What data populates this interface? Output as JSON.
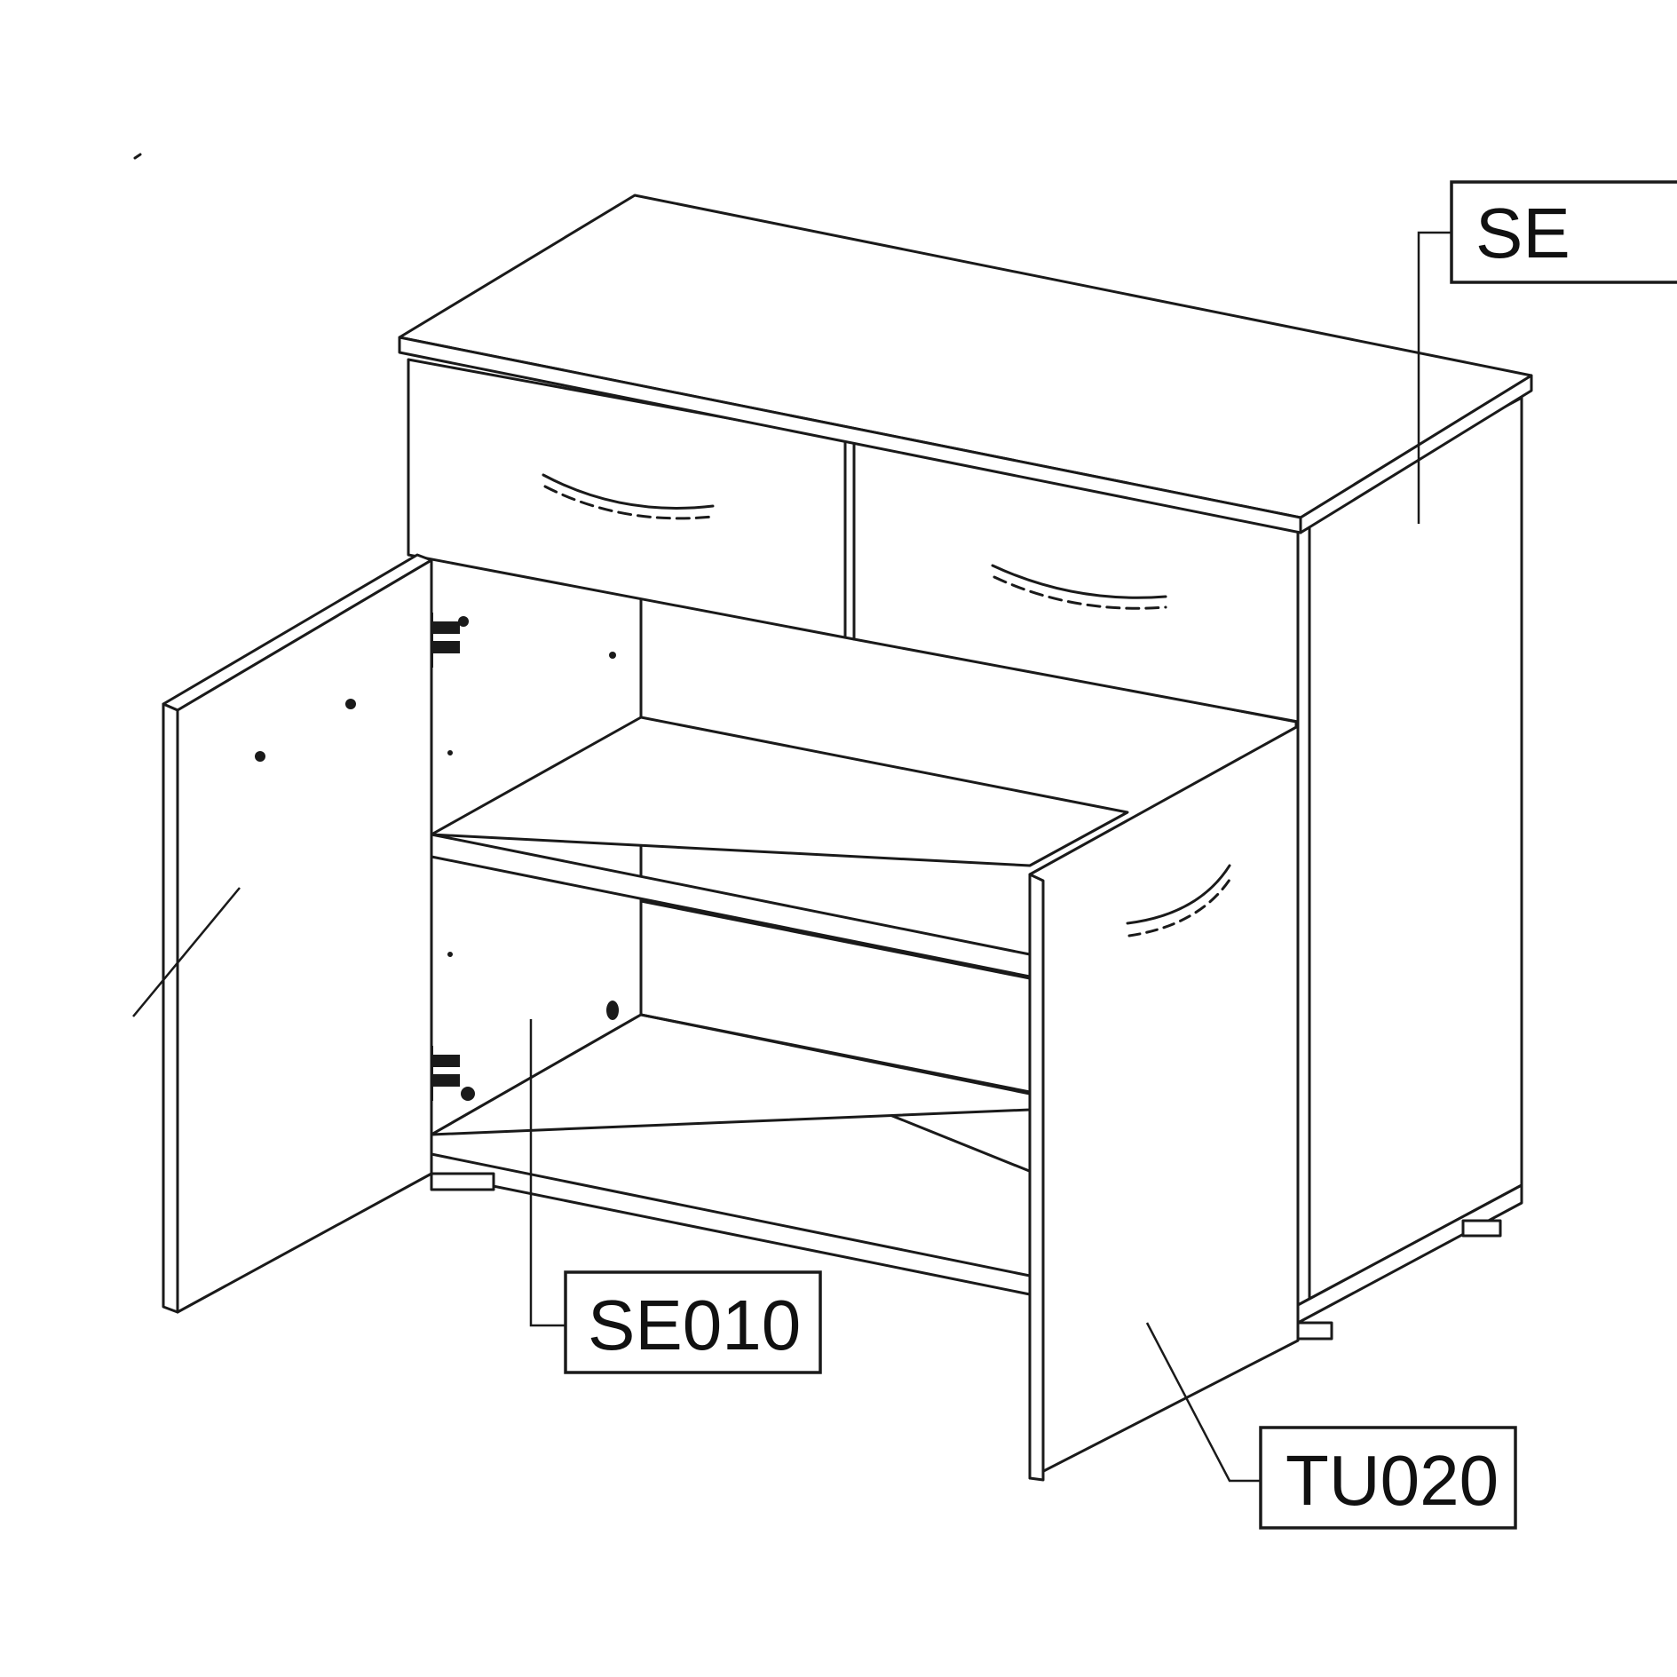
{
  "labels": {
    "side_panel": "SE",
    "inner_side": "SE010",
    "door": "TU020"
  },
  "colors": {
    "line": "#1a1a1a",
    "background": "#ffffff"
  }
}
